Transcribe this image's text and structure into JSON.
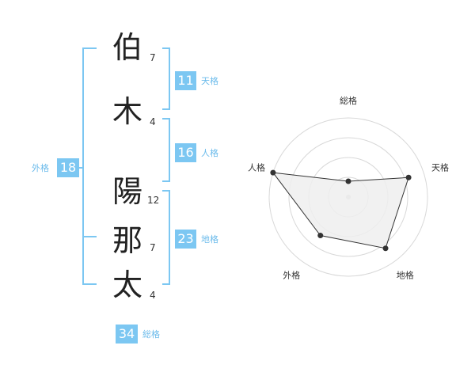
{
  "name_chars": [
    {
      "char": "伯",
      "strokes": "7"
    },
    {
      "char": "木",
      "strokes": "4"
    },
    {
      "char": "陽",
      "strokes": "12"
    },
    {
      "char": "那",
      "strokes": "7"
    },
    {
      "char": "太",
      "strokes": "4"
    }
  ],
  "fortunes": {
    "tenkaku": {
      "value": "11",
      "label": "天格"
    },
    "jinkaku": {
      "value": "16",
      "label": "人格"
    },
    "chikaku": {
      "value": "23",
      "label": "地格"
    },
    "gaikaku": {
      "value": "18",
      "label": "外格"
    },
    "soukaku": {
      "value": "34",
      "label": "総格"
    }
  },
  "colors": {
    "accent": "#7cc7f2",
    "accent_text": "#6bbbeb",
    "radar_fill": "#efefef",
    "radar_line": "#333333",
    "ring": "#d8d8d8"
  },
  "chart_data": {
    "type": "radar",
    "axes": [
      "総格",
      "天格",
      "地格",
      "外格",
      "人格"
    ],
    "values": [
      1,
      4,
      4,
      3,
      5
    ],
    "scale_max": 5,
    "rings": 4
  }
}
